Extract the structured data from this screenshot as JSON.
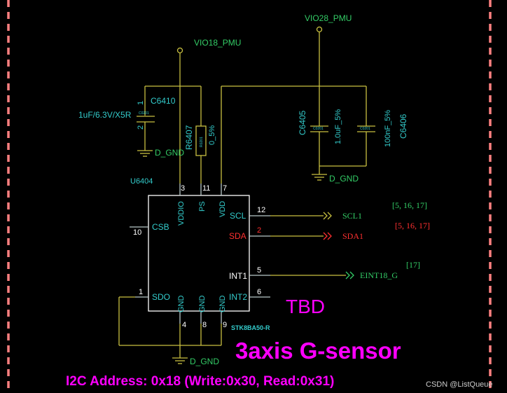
{
  "power": {
    "vio18": "VIO18_PMU",
    "vio28": "VIO28_PMU",
    "gnd": "D_GND"
  },
  "components": {
    "c6410": {
      "ref": "C6410",
      "value": "1uF/6.3V/X5R",
      "pkg": "C0201",
      "pin1": "1",
      "pin2": "2"
    },
    "r6407": {
      "ref": "R6407",
      "value": "0_5%",
      "pkg": "R0201"
    },
    "c6405": {
      "ref": "C6405",
      "value": "1.0uF_5%",
      "pkg": "C0201"
    },
    "c6406": {
      "ref": "C6406",
      "value": "100nF_5%",
      "pkg": "C0201"
    }
  },
  "ic": {
    "ref": "U6404",
    "part": "STK8BA50-R",
    "pins": {
      "vddio": {
        "name": "VDDIO",
        "num": "3"
      },
      "ps": {
        "name": "PS",
        "num": "11"
      },
      "vdd": {
        "name": "VDD",
        "num": "7"
      },
      "csb": {
        "name": "CSB",
        "num": "10"
      },
      "sdo": {
        "name": "SDO",
        "num": "1"
      },
      "scl": {
        "name": "SCL",
        "num": "12"
      },
      "sda": {
        "name": "SDA",
        "num": "2"
      },
      "int1": {
        "name": "INT1",
        "num": "5"
      },
      "int2": {
        "name": "INT2",
        "num": "6"
      },
      "gnd4": {
        "name": "GND",
        "num": "4"
      },
      "gnd8": {
        "name": "GND",
        "num": "8"
      },
      "gnd9": {
        "name": "GND",
        "num": "9"
      }
    }
  },
  "nets": {
    "scl": {
      "name": "SCL1",
      "ref": "[5, 16, 17]"
    },
    "sda": {
      "name": "SDA1",
      "ref": "[5, 16, 17]"
    },
    "int": {
      "name": "EINT18_G",
      "ref": "[17]"
    }
  },
  "notes": {
    "tbd": "TBD",
    "title": "3axis G-sensor",
    "i2c": "I2C Address: 0x18 (Write:0x30, Read:0x31)",
    "watermark": "CSDN @ListQueue"
  },
  "colors": {
    "wire": "#c9c040",
    "label": "#33cc66",
    "cyan": "#33cccc",
    "red": "#ff3030",
    "magenta": "#ff00ff",
    "border": "#ff8080"
  }
}
